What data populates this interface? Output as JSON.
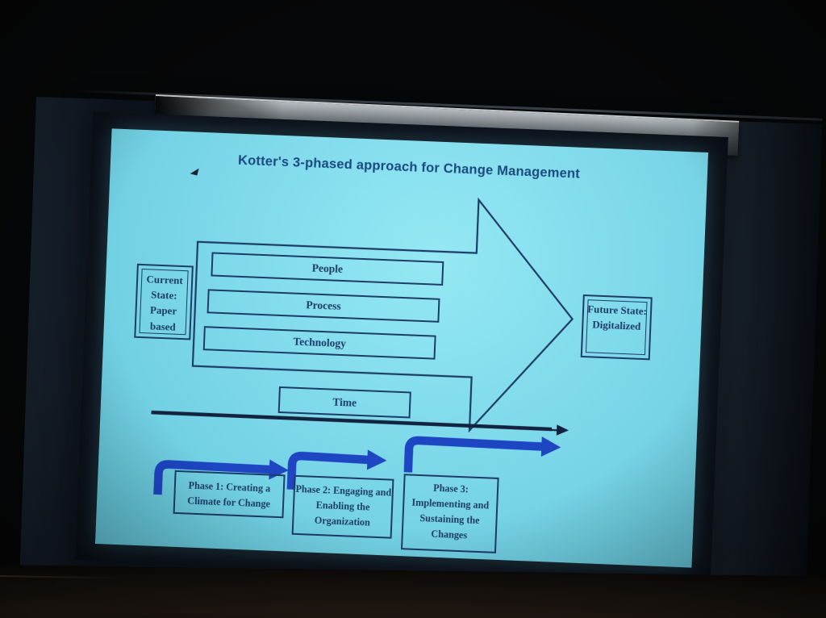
{
  "slide": {
    "title": "Kotter's 3-phased approach for Change Management",
    "current_state_box": "Current State: Paper based",
    "future_state_box": "Future State: Digitalized",
    "bars": [
      "People",
      "Process",
      "Technology"
    ],
    "time_label": "Time",
    "phases": [
      "Phase 1: Creating a Climate for Change",
      "Phase 2: Engaging and Enabling the Organization",
      "Phase 3: Implementing and Sustaining the Changes"
    ],
    "colors": {
      "slide_background": "#7ed9ea",
      "diagram_navy": "#1d3c66",
      "timeline_navy": "#13233f",
      "title_blue": "#1a4a80",
      "phase_arrow_blue": "#1e45c2",
      "roller_gray": "#9aa4aa",
      "wall_dark": "#101823",
      "floor_brown": "#1f1812"
    }
  }
}
